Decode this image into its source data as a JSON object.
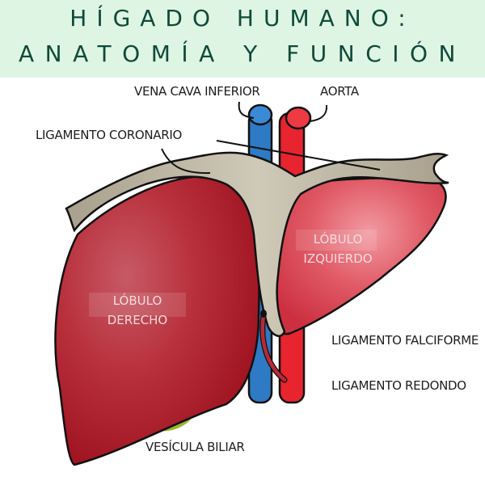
{
  "header": {
    "title_line_1": "HÍGADO HUMANO:",
    "title_line_2": "ANATOMÍA Y FUNCIÓN",
    "background_color": "#dff5e3",
    "text_color": "#0e4a3a"
  },
  "diagram": {
    "labels": {
      "vena_cava": "VENA CAVA INFERIOR",
      "aorta": "AORTA",
      "coronary_ligament": "LIGAMENTO CORONARIO",
      "falciform_ligament": "LIGAMENTO FALCIFORME",
      "round_ligament": "LIGAMENTO REDONDO",
      "gallbladder": "VESÍCULA BILIAR"
    },
    "lobes": {
      "right_line_1": "LÓBULO",
      "right_line_2": "DERECHO",
      "left_line_1": "LÓBULO",
      "left_line_2": "IZQUIERDO"
    },
    "colors": {
      "right_lobe": "#b5202e",
      "left_lobe": "#e0505e",
      "ligament": "#bdb6a4",
      "vena_cava": "#2e7ac4",
      "aorta": "#e8242e",
      "gallbladder": "#9cb532"
    }
  }
}
